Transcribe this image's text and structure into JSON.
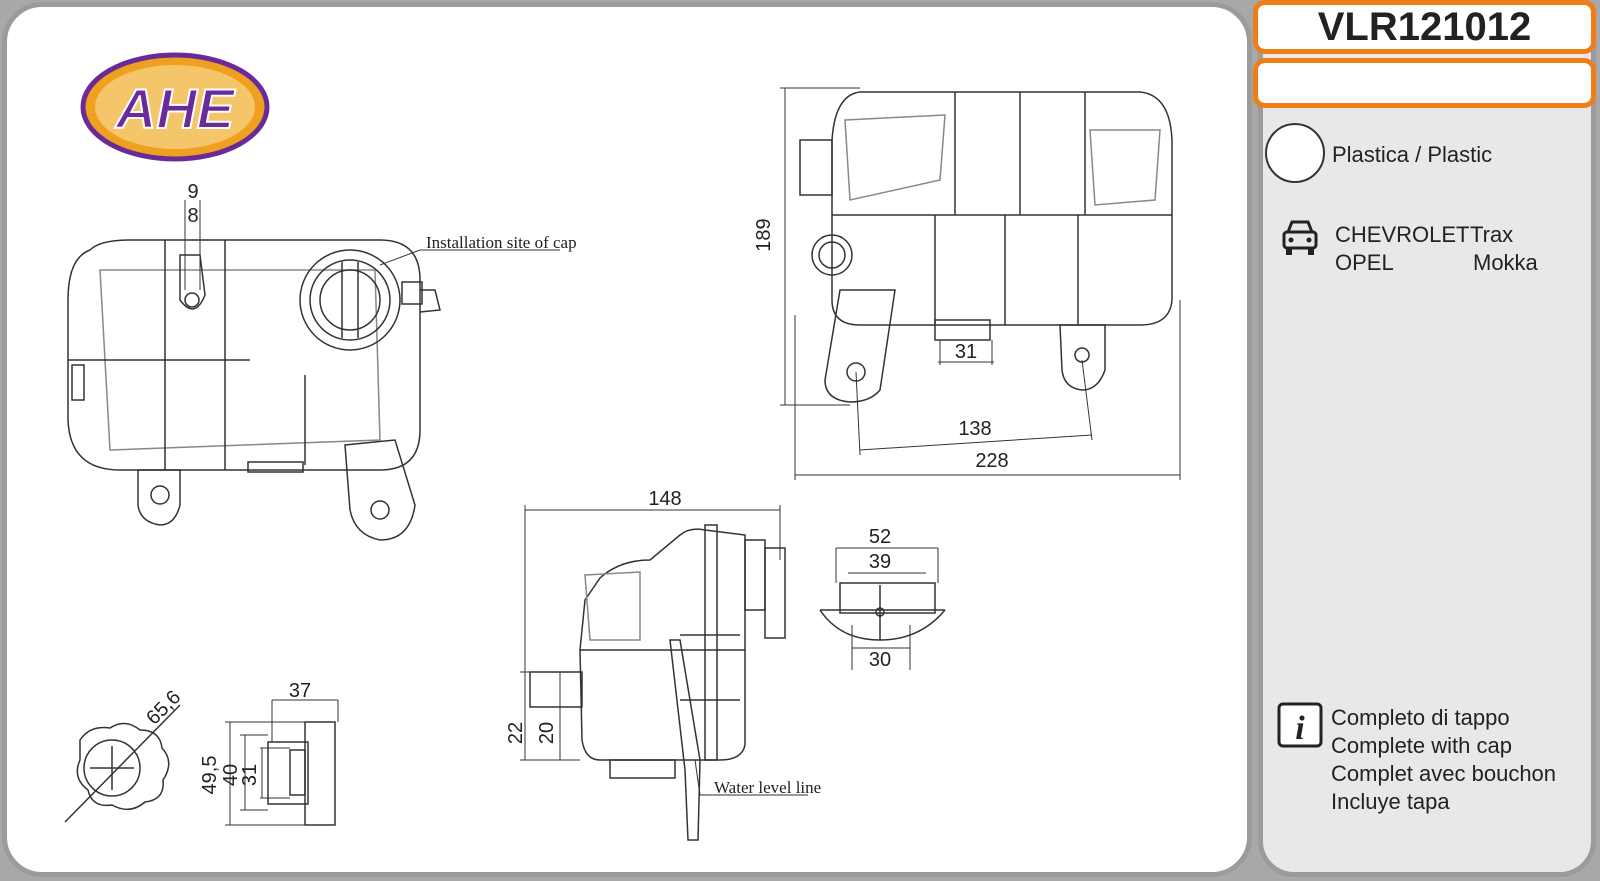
{
  "brand": {
    "logo_text": "AHE"
  },
  "product": {
    "code": "VLR121012",
    "secondary_code": ""
  },
  "material": {
    "label": "Plastica / Plastic"
  },
  "vehicles": [
    {
      "make": "CHEVROLET",
      "model": "Trax"
    },
    {
      "make": "OPEL",
      "model": "Mokka"
    }
  ],
  "info": {
    "lines": [
      "Completo di tappo",
      "Complete with cap",
      "Complet avec bouchon",
      "Incluye tapa"
    ]
  },
  "annotations": {
    "cap_site": "Installation site of cap",
    "water_level": "Water level line"
  },
  "dimensions": {
    "top_9": "9",
    "top_8": "8",
    "side_189": "189",
    "side_31": "31",
    "side_138": "138",
    "side_228": "228",
    "front_148": "148",
    "front_22": "22",
    "front_20": "20",
    "neck_52": "52",
    "neck_39": "39",
    "neck_30": "30",
    "cap_656": "65,6",
    "cap_37": "37",
    "cap_495": "49,5",
    "cap_40": "40",
    "cap_31": "31"
  },
  "colors": {
    "accent": "#f07d16",
    "logo_fill": "#7a3aa8",
    "logo_ring": "#f0a020",
    "panel_border": "#9b9b9b"
  }
}
